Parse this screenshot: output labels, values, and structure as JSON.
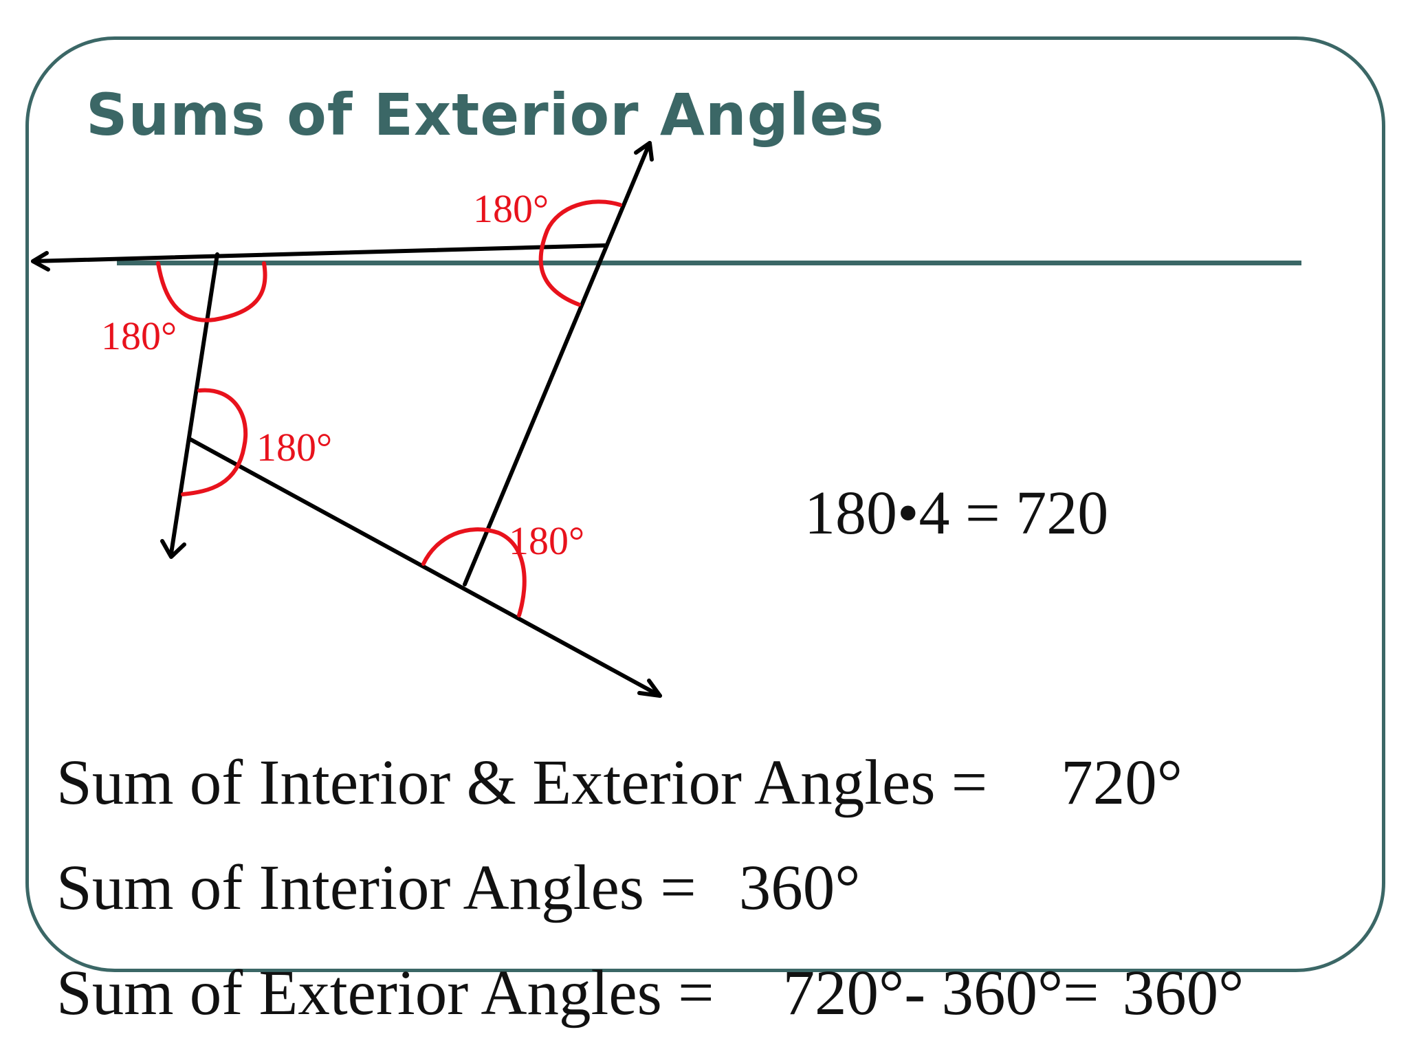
{
  "slide": {
    "title": "Sums of Exterior Angles",
    "accent_color": "#3b6766",
    "angle_mark_color": "#e8121c"
  },
  "diagram": {
    "angle_labels": [
      "180°",
      "180°",
      "180°",
      "180°"
    ],
    "angle_value_degrees": 180,
    "angle_count": 4
  },
  "equations": {
    "product": "180•4 = 720",
    "interior_exterior_label": "Sum of Interior & Exterior Angles =",
    "interior_exterior_value": "720°",
    "interior_label": "Sum of Interior Angles =",
    "interior_value": "360°",
    "exterior_label": "Sum of Exterior Angles =",
    "exterior_calc": "720°- 360°=",
    "exterior_value": "360°"
  }
}
